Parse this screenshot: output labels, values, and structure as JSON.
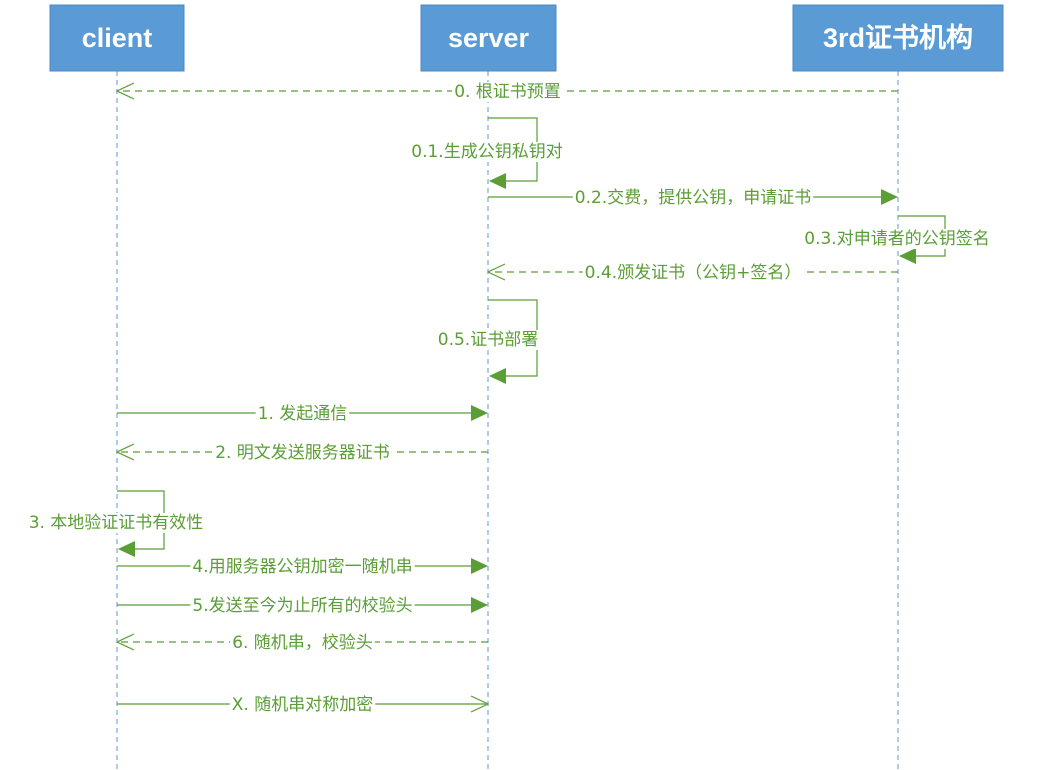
{
  "colors": {
    "actor_fill": "#5b9bd5",
    "actor_text": "#ffffff",
    "lifeline": "#5b9bd5",
    "message": "#5a9e35"
  },
  "actors": [
    {
      "id": "client",
      "label": "client"
    },
    {
      "id": "server",
      "label": "server"
    },
    {
      "id": "ca",
      "label": "3rd证书机构"
    }
  ],
  "messages": [
    {
      "label": "0. 根证书预置",
      "from": "ca",
      "to": "client",
      "style": "dashed",
      "arrow": "open"
    },
    {
      "label": "0.1.生成公钥私钥对",
      "from": "server",
      "to": "server",
      "style": "solid",
      "arrow": "filled"
    },
    {
      "label": "0.2.交费，提供公钥，申请证书",
      "from": "server",
      "to": "ca",
      "style": "solid",
      "arrow": "filled"
    },
    {
      "label": "0.3.对申请者的公钥签名",
      "from": "ca",
      "to": "ca",
      "style": "solid",
      "arrow": "filled"
    },
    {
      "label": "0.4.颁发证书（公钥+签名）",
      "from": "ca",
      "to": "server",
      "style": "dashed",
      "arrow": "open"
    },
    {
      "label": "0.5.证书部署",
      "from": "server",
      "to": "server",
      "style": "solid",
      "arrow": "filled"
    },
    {
      "label": "1. 发起通信",
      "from": "client",
      "to": "server",
      "style": "solid",
      "arrow": "filled"
    },
    {
      "label": "2. 明文发送服务器证书",
      "from": "server",
      "to": "client",
      "style": "dashed",
      "arrow": "open"
    },
    {
      "label": "3. 本地验证证书有效性",
      "from": "client",
      "to": "client",
      "style": "solid",
      "arrow": "filled"
    },
    {
      "label": "4.用服务器公钥加密一随机串",
      "from": "client",
      "to": "server",
      "style": "solid",
      "arrow": "filled"
    },
    {
      "label": "5.发送至今为止所有的校验头",
      "from": "client",
      "to": "server",
      "style": "solid",
      "arrow": "filled"
    },
    {
      "label": "6. 随机串，校验头",
      "from": "server",
      "to": "client",
      "style": "dashed",
      "arrow": "open"
    },
    {
      "label": "X. 随机串对称加密",
      "from": "client",
      "to": "server",
      "style": "solid",
      "arrow": "open"
    }
  ]
}
